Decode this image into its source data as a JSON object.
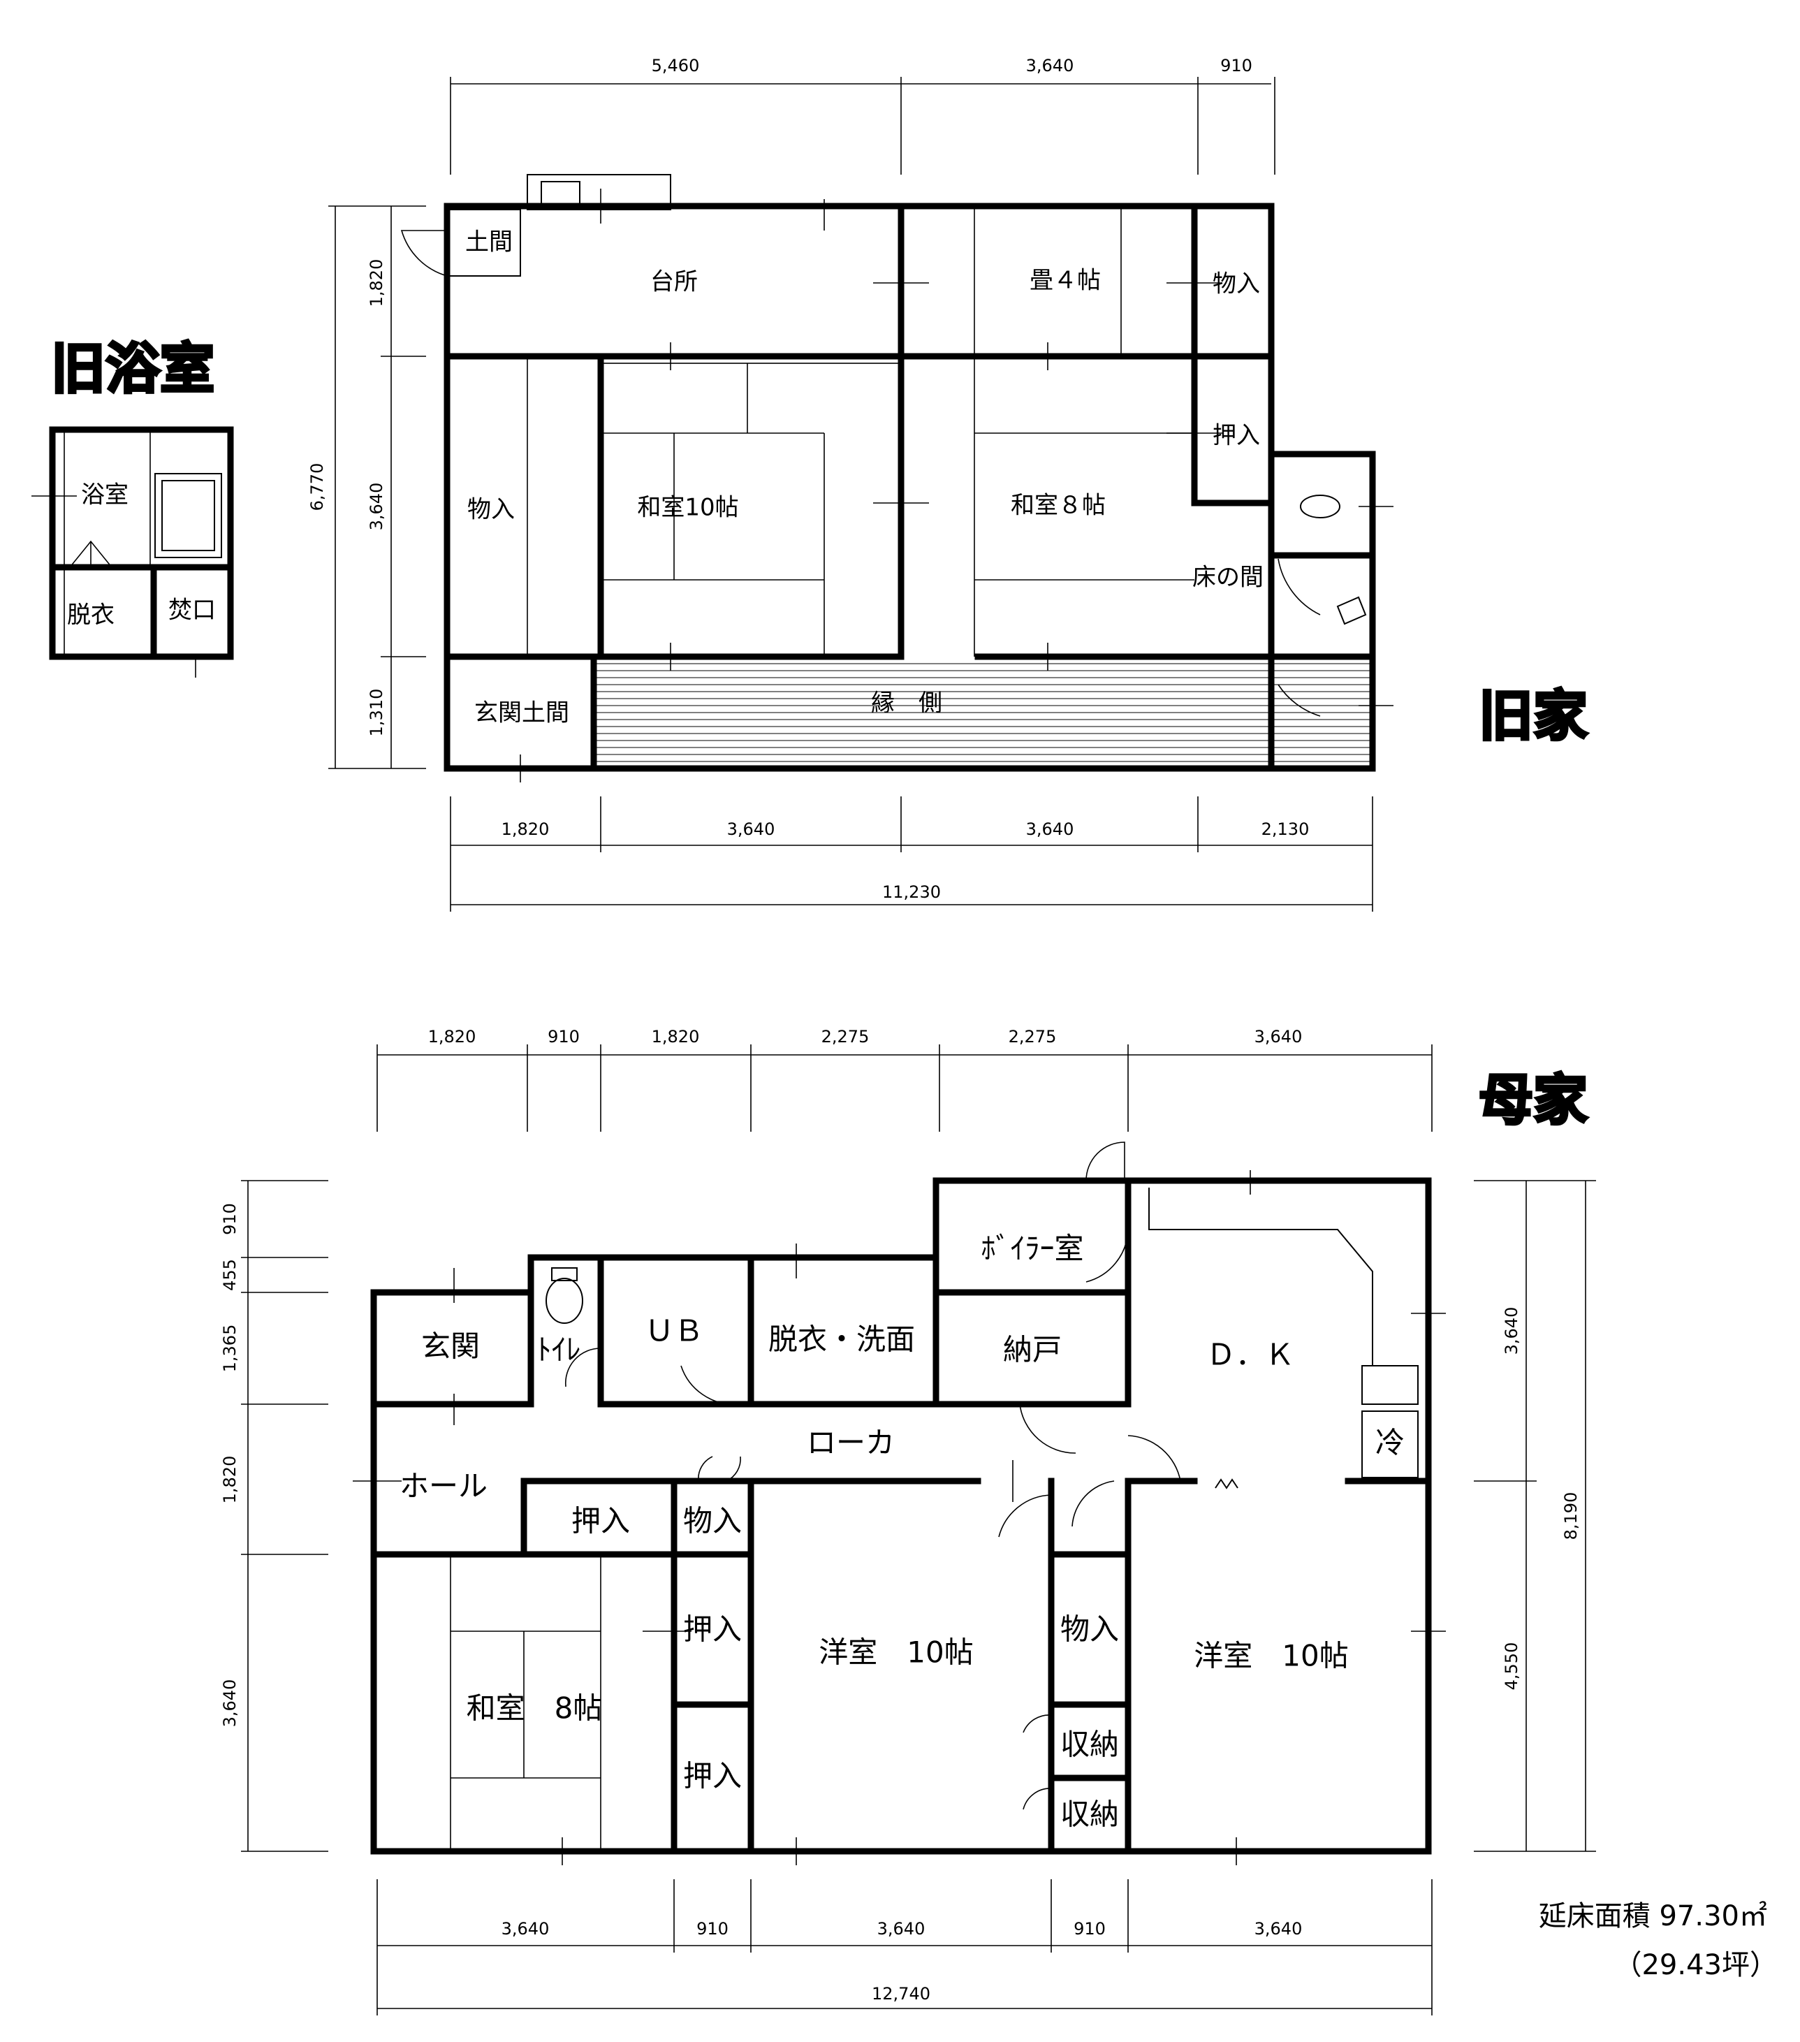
{
  "titles": {
    "old_bath": "旧浴室",
    "old_house": "旧家",
    "main_house": "母家"
  },
  "old_bath": {
    "rooms": {
      "bath": "浴室",
      "changing": "脱衣",
      "stoke": "焚口"
    }
  },
  "old_house": {
    "rooms": {
      "doma": "土間",
      "kitchen": "台所",
      "tatami4": "畳４帖",
      "storage1": "物入",
      "oshiire": "押入",
      "storage2": "物入",
      "washitsu10": "和室10帖",
      "washitsu8": "和室８帖",
      "tokonoma": "床の間",
      "genkan_doma": "玄関土間",
      "engawa": "縁　側"
    },
    "dims_top": [
      "5,460",
      "3,640",
      "910"
    ],
    "dims_left": [
      "6,770",
      "1,820",
      "3,640",
      "1,310"
    ],
    "dims_bottom": [
      "1,820",
      "3,640",
      "3,640",
      "2,130"
    ],
    "dims_total": "11,230"
  },
  "main_house": {
    "rooms": {
      "genkan": "玄関",
      "toilet": "ﾄｲﾚ",
      "ub": "ＵＢ",
      "changing": "脱衣・洗面",
      "boiler": "ﾎﾞｲﾗｰ室",
      "nando": "納戸",
      "dk": "Ｄ．Ｋ",
      "fridge": "冷",
      "corridor": "ローカ",
      "hall": "ホール",
      "oshiire1": "押入",
      "storage1": "物入",
      "oshiire2": "押入",
      "oshiire3": "押入",
      "washitsu": "和室　8帖",
      "youshitsu1": "洋室　10帖",
      "storage2": "物入",
      "youshitsu2": "洋室　10帖",
      "closet1": "収納",
      "closet2": "収納"
    },
    "dims_top": [
      "1,820",
      "910",
      "1,820",
      "2,275",
      "2,275",
      "3,640"
    ],
    "dims_left": [
      "910",
      "455",
      "1,365",
      "1,820",
      "3,640"
    ],
    "dims_right": [
      "3,640",
      "8,190",
      "4,550"
    ],
    "dims_bottom": [
      "3,640",
      "910",
      "3,640",
      "910",
      "3,640"
    ],
    "dims_total": "12,740"
  },
  "area": {
    "floor_area": "延床面積 97.30㎡",
    "tsubo": "（29.43坪）"
  }
}
